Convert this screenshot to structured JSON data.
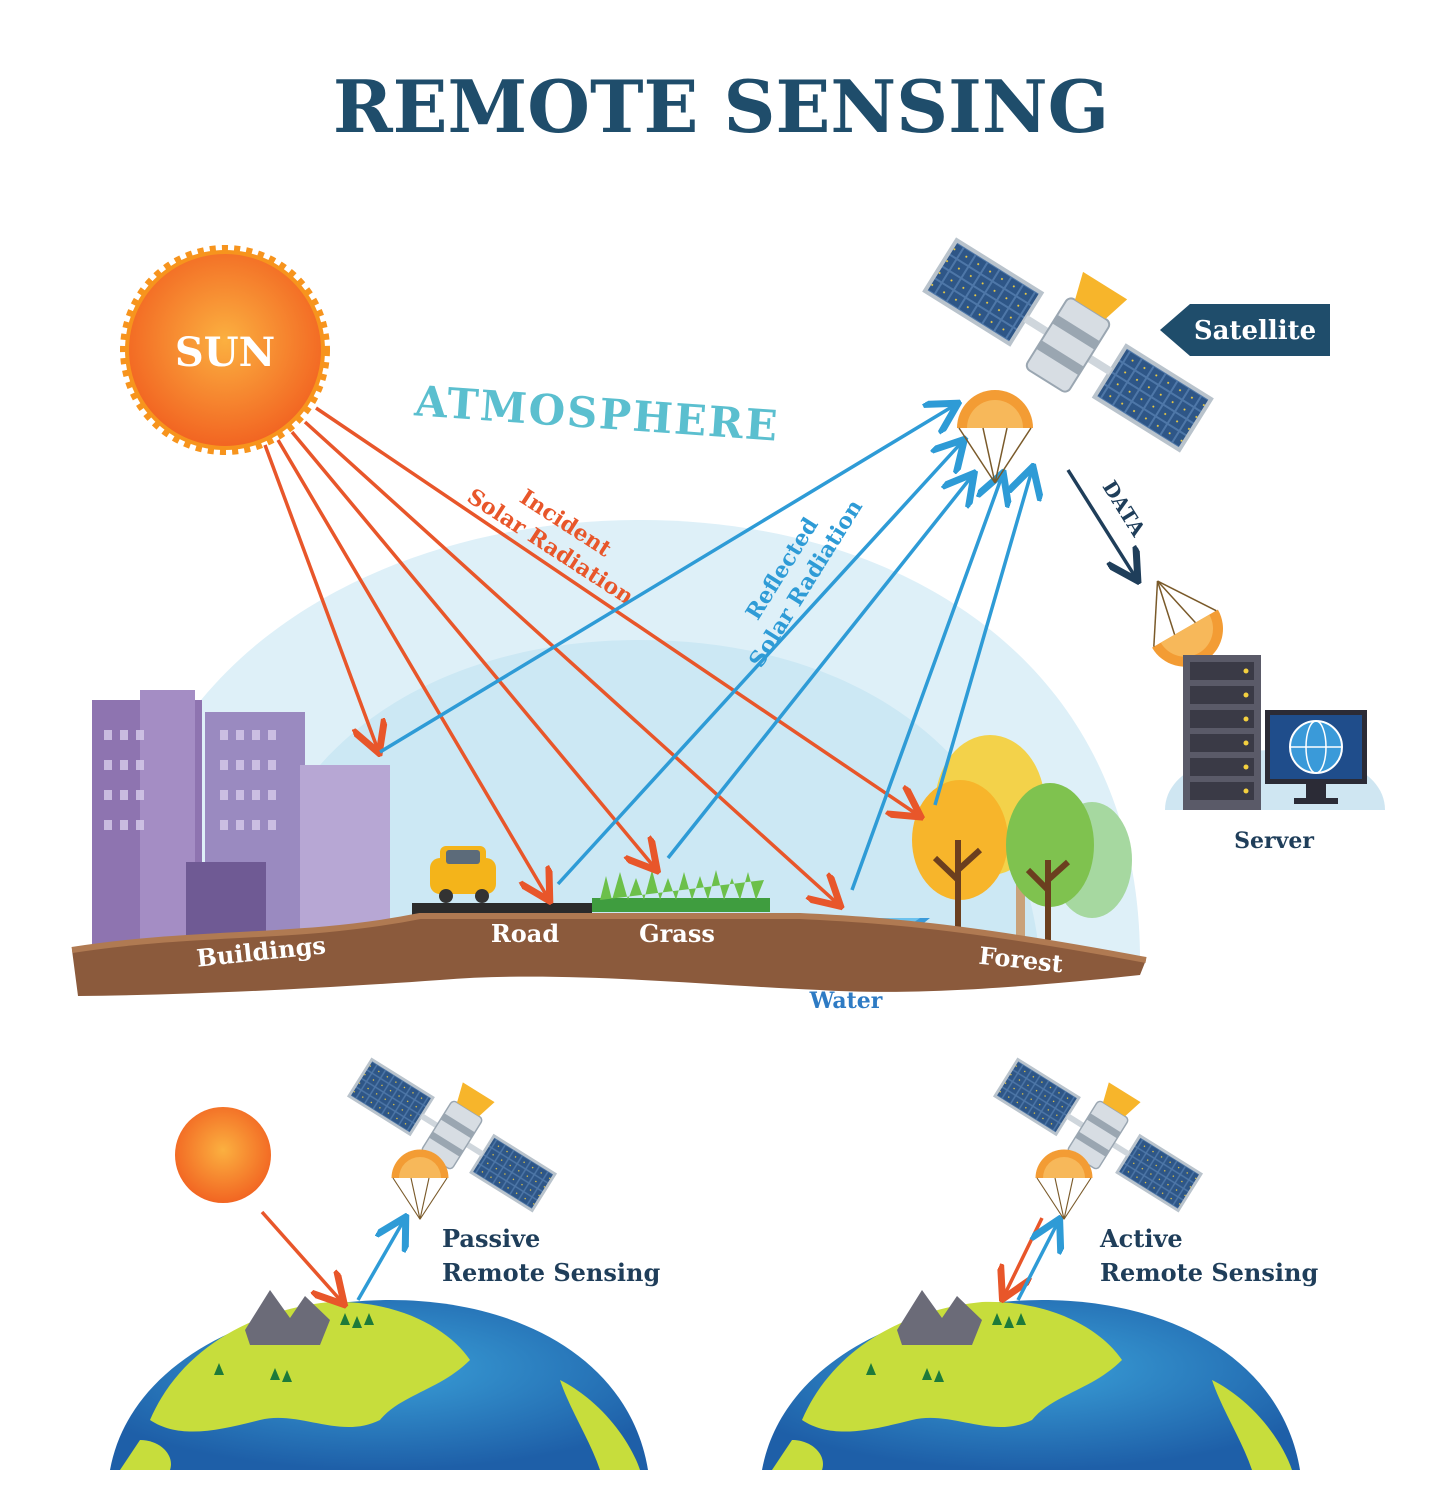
{
  "title": "REMOTE SENSING",
  "labels": {
    "sun": "SUN",
    "atmosphere": "ATMOSPHERE",
    "incident_line1": "Incident",
    "incident_line2": "Solar Radiation",
    "reflected_line1": "Reflected",
    "reflected_line2": "Solar Radiation",
    "satellite": "Satellite",
    "data": "DATA",
    "server": "Server",
    "buildings": "Buildings",
    "road": "Road",
    "grass": "Grass",
    "water": "Water",
    "forest": "Forest",
    "passive_line1": "Passive",
    "passive_line2": "Remote Sensing",
    "active_line1": "Active",
    "active_line2": "Remote Sensing"
  },
  "colors": {
    "title": "#1f4d6b",
    "incident": "#e8562a",
    "reflected": "#2e9bd6",
    "atmosphere_text": "#5bbfcf",
    "sky": "#dff1f8",
    "ground": "#8b5a3c",
    "sun": "#f7941d",
    "panel": "#27466b",
    "label_dark": "#1f3e5a"
  }
}
